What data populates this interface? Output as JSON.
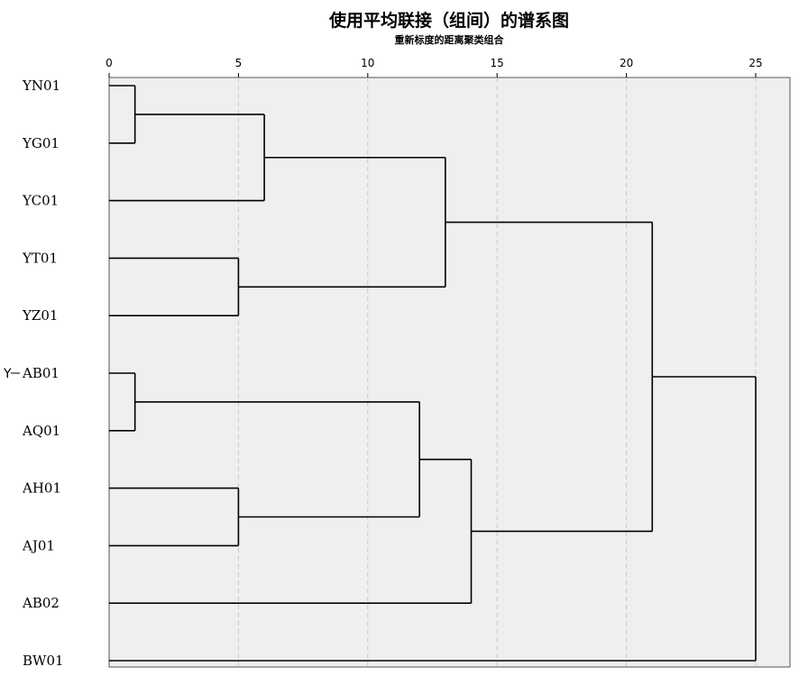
{
  "chart_data": {
    "type": "dendrogram",
    "title": "使用平均联接（组间）的谱系图",
    "subtitle": "重新标度的距离聚类组合",
    "x_ticks": [
      0,
      5,
      10,
      15,
      20,
      25
    ],
    "xlim": [
      0,
      25
    ],
    "grid": true,
    "leaves": [
      "YN01",
      "YG01",
      "YC01",
      "YT01",
      "YZ01",
      "AB01",
      "AQ01",
      "AH01",
      "AJ01",
      "AB02",
      "BW01"
    ],
    "marked_leaf": {
      "leaf": "AB01",
      "marker": "Y"
    },
    "merges": [
      {
        "members": [
          "YN01",
          "YG01"
        ],
        "distance": 1
      },
      {
        "members": [
          "AB01",
          "AQ01"
        ],
        "distance": 1
      },
      {
        "members": [
          "YT01",
          "YZ01"
        ],
        "distance": 5
      },
      {
        "members": [
          "AH01",
          "AJ01"
        ],
        "distance": 5
      },
      {
        "members": [
          "YN01+YG01",
          "YC01"
        ],
        "distance": 6
      },
      {
        "members": [
          "AB01+AQ01",
          "AH01+AJ01"
        ],
        "distance": 12
      },
      {
        "members": [
          "YN01+YG01+YC01",
          "YT01+YZ01"
        ],
        "distance": 13
      },
      {
        "members": [
          "AB01+AQ01+AH01+AJ01",
          "AB02"
        ],
        "distance": 14
      },
      {
        "members": [
          "Y-cluster",
          "A-cluster"
        ],
        "distance": 21
      },
      {
        "members": [
          "YA-cluster",
          "BW01"
        ],
        "distance": 25
      }
    ]
  },
  "colors": {
    "plot_background": "#efefef",
    "line": "#000000",
    "grid": "#c8c8c8"
  }
}
